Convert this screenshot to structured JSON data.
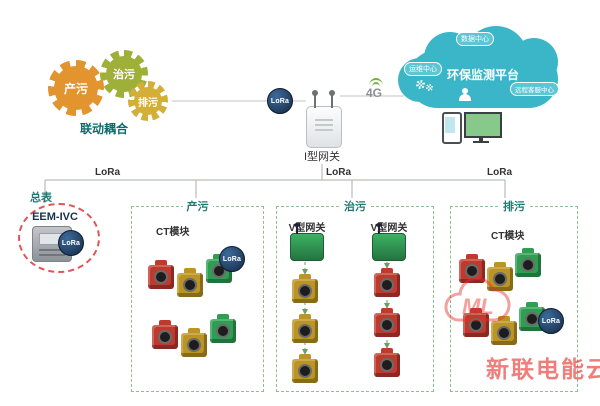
{
  "gears": {
    "caption": "联动耦合",
    "items": [
      {
        "label": "产污",
        "color": "#e2952f"
      },
      {
        "label": "治污",
        "color": "#9fb03a"
      },
      {
        "label": "排污",
        "color": "#d4af37"
      }
    ]
  },
  "gateway": {
    "label": "I型网关",
    "lora": "LoRa",
    "net": "4G"
  },
  "cloud": {
    "title": "环保监测平台",
    "top": "数据中心",
    "left": "运维中心",
    "right": "远程客服中心"
  },
  "bus": {
    "lora_labels": [
      "LoRa",
      "LoRa",
      "LoRa"
    ]
  },
  "meter": {
    "group": "总表",
    "model": "EEM-IVC",
    "lora": "LoRa"
  },
  "zones": [
    {
      "label": "产污",
      "module": "CT模块",
      "lora": "LoRa",
      "devices": [
        "red",
        "yellow",
        "green",
        "red",
        "yellow",
        "green"
      ]
    },
    {
      "label": "治污",
      "columns": [
        {
          "label": "V型网关",
          "ct_color": "yellow",
          "ct_count": 3
        },
        {
          "label": "V型网关",
          "ct_color": "red",
          "ct_count": 3
        }
      ]
    },
    {
      "label": "排污",
      "module": "CT模块",
      "lora": "LoRa",
      "devices": [
        "red",
        "yellow",
        "green",
        "red",
        "yellow",
        "green"
      ]
    }
  ],
  "watermark": {
    "logo": "ML",
    "text": "新联电能云"
  },
  "colors": {
    "cloud": "#3ab6c8",
    "accent_teal": "#1e7a70",
    "lora_badge": "#152a44",
    "zone_border": "#8fbf8f",
    "ct_red": "#bf3a2e",
    "ct_yellow": "#bc9424",
    "ct_green": "#2f9e53",
    "watermark_red": "#e6302c"
  }
}
